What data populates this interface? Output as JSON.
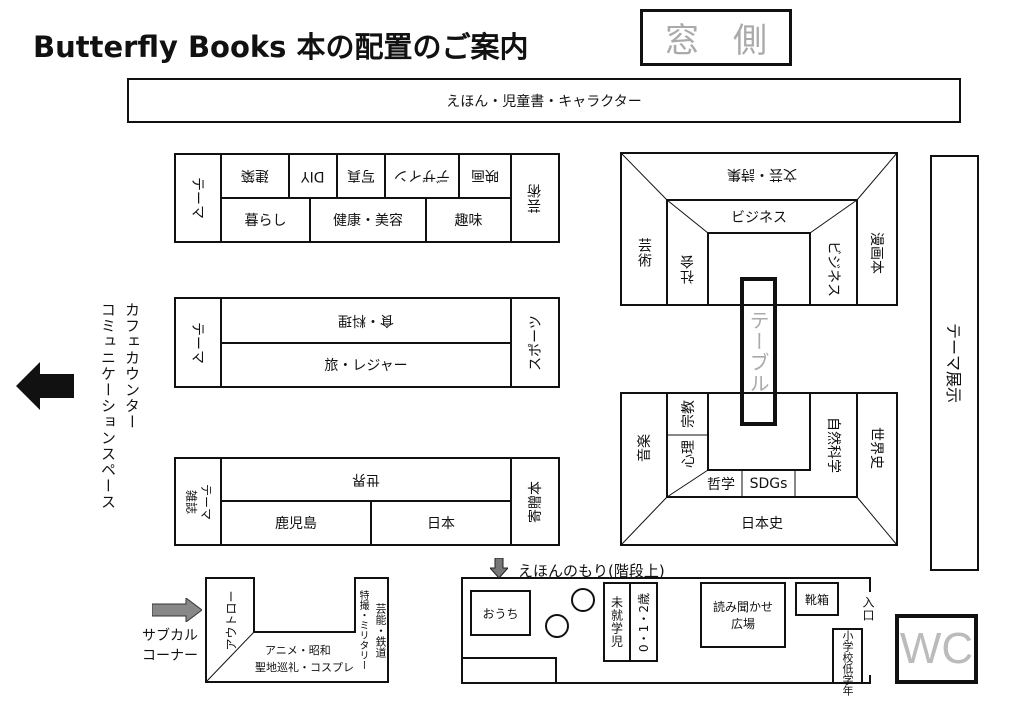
{
  "header": {
    "title": "Butterfly Books 本の配置のご案内",
    "window_side": "窓　側"
  },
  "banner": "えほん・児童書・キャラクター",
  "block_a": {
    "left": "テーマ",
    "right": "芸術",
    "top": [
      "建築",
      "DIY",
      "写真",
      "デザイン",
      "映画"
    ],
    "bottom": [
      "暮らし",
      "健康・美容",
      "趣味"
    ]
  },
  "block_b": {
    "left": "テーマ",
    "right": "スポーツ",
    "top": "食・料理",
    "bottom": "旅・レジャー"
  },
  "block_c": {
    "left1": "テーマ",
    "left2": "雑誌",
    "right": "寄贈本",
    "top": "世界",
    "bottom": [
      "鹿児島",
      "日本"
    ]
  },
  "upper_u": {
    "outer_top": "文芸・詩集",
    "outer_left": "芸術",
    "inner_top": "ビジネス",
    "inner_left": "社会",
    "inner_right": "ビジネス",
    "outer_right": "漫画本"
  },
  "table": "テーブル",
  "lower_u": {
    "outer_left": "音楽",
    "religion": "宗教",
    "psychology": "心理",
    "philosophy": "哲学",
    "sdgs": "SDGs",
    "natural_science": "自然科学",
    "outer_right": "世界史",
    "bottom": "日本史"
  },
  "theme_display": "テーマ展示",
  "cafe": {
    "line1": "カフェカウンター",
    "line2": "コミュニケーションスペース"
  },
  "subcul": {
    "label1": "サブカル",
    "label2": "コーナー",
    "outlaw": "アウトロー",
    "anime1": "アニメ・昭和",
    "anime2": "聖地巡礼・コスプレ",
    "entertain1": "芸能・鉄道",
    "entertain2": "特撮・ミリタリー"
  },
  "kids": {
    "title": "えほんのもり(階段上)",
    "house": "おうち",
    "preschool": "未就学児",
    "baby": "0・1・2歳",
    "storytime1": "読み聞かせ",
    "storytime2": "広場",
    "shoes": "靴箱",
    "entrance": "入口",
    "elementary": "小学校低学年"
  },
  "wc": "WC"
}
